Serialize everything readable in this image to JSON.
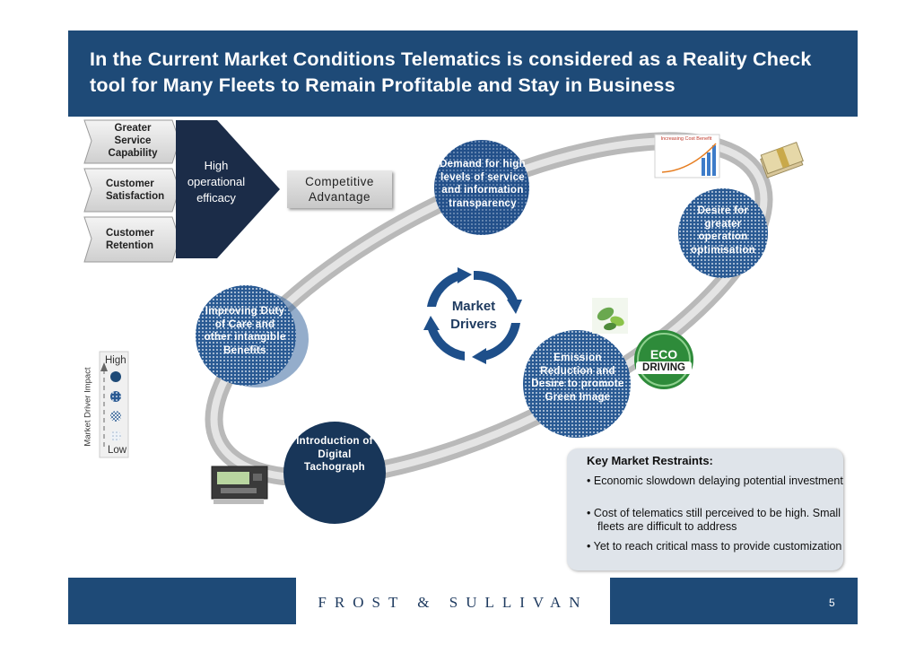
{
  "title": "In the Current Market Conditions Telematics is considered as a Reality Check tool for Many Fleets to Remain Profitable and Stay in Business",
  "inputs": {
    "greater_service": "Greater Service Capability",
    "customer_satisfaction": "Customer Satisfaction",
    "customer_retention": "Customer Retention"
  },
  "high_operational_efficacy": "High operational efficacy",
  "competitive_advantage": "Competitive Advantage",
  "market_drivers": "Market Drivers",
  "drivers": {
    "demand": "Demand for high levels of service and information transparency",
    "desire_operation": "Desire for greater operation optimisation",
    "emission": "Emission Reduction and Desire to promote Green Image",
    "digital_tachograph": "Introduction of Digital Tachograph",
    "duty_of_care": "Improving Duty of Care and other intangible Benefits"
  },
  "legend": {
    "high": "High",
    "low": "Low",
    "axis_label": "Market Driver Impact"
  },
  "eco_badge": {
    "line1": "ECO",
    "line2": "DRIVING"
  },
  "mini_chart_title": "Increasing Cost Benefit",
  "restraints": {
    "title": "Key Market Restraints:",
    "items": [
      "Economic slowdown delaying  potential investment",
      "Cost of telematics still perceived to be high. Small fleets are difficult to address",
      "Yet to reach critical mass to provide customization"
    ]
  },
  "footer": {
    "brand": "FROST & SULLIVAN",
    "page_number": "5"
  },
  "colors": {
    "navy": "#1e4a77",
    "circle_blue": "#1f4f86",
    "eco_green": "#2e8b3a"
  }
}
